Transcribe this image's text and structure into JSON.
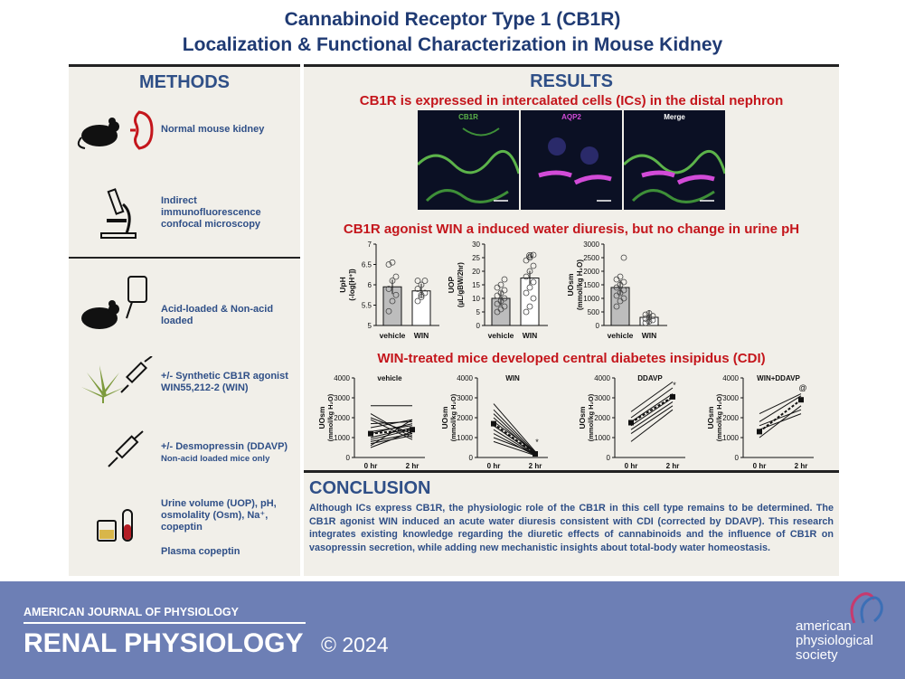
{
  "title": {
    "line1": "Cannabinoid Receptor Type 1 (CB1R)",
    "line2": "Localization & Functional Characterization in Mouse Kidney"
  },
  "methods": {
    "heading": "METHODS",
    "items": [
      {
        "text": "Normal mouse kidney",
        "icon": "mouse-kidney-icon"
      },
      {
        "text": "Indirect immunofluorescence confocal microscopy",
        "icon": "microscope-icon"
      },
      {
        "text": "Acid-loaded & Non-acid loaded",
        "icon": "mouse-bottle-icon"
      },
      {
        "text": "+/- Synthetic CB1R agonist WIN55,212-2 (WIN)",
        "icon": "cannabis-syringe-icon"
      },
      {
        "text": "+/- Desmopressin (DDAVP)",
        "note": "Non-acid loaded mice only",
        "icon": "syringe-icon"
      },
      {
        "text": "Urine volume (UOP), pH, osmolality (Osm), Na⁺, copeptin",
        "icon": "sample-tubes-icon"
      },
      {
        "text": "Plasma copeptin"
      }
    ]
  },
  "results": {
    "heading": "RESULTS",
    "sub1": "CB1R is expressed in intercalated cells (ICs) in the distal nephron",
    "micro_labels": [
      "CB1R",
      "AQP2",
      "Merge"
    ],
    "sub2": "CB1R agonist WIN a induced water diuresis, but no change in urine pH",
    "sub3": "WIN-treated mice developed central diabetes insipidus (CDI)"
  },
  "chart_data": [
    {
      "type": "bar",
      "categories": [
        "vehicle",
        "WIN"
      ],
      "values": [
        5.95,
        5.85
      ],
      "ylabel": "UpH (-log[H⁺])",
      "ylim": [
        5,
        7
      ],
      "yticks": [
        "5",
        "5.5",
        "6",
        "6.5",
        "7"
      ],
      "points": [
        [
          5.35,
          5.6,
          5.75,
          5.9,
          6.1,
          6.2,
          6.5,
          6.55
        ],
        [
          5.6,
          5.7,
          5.8,
          5.9,
          6.0,
          6.1,
          6.1,
          5.75
        ]
      ]
    },
    {
      "type": "bar",
      "categories": [
        "vehicle",
        "WIN"
      ],
      "values": [
        10,
        17.5
      ],
      "ylabel": "UOP (µL/gBW/2hr)",
      "ylim": [
        0,
        30
      ],
      "yticks": [
        "0",
        "5",
        "10",
        "15",
        "20",
        "25",
        "30"
      ],
      "annotation": "@",
      "points": [
        [
          5,
          6,
          7,
          8,
          9,
          10,
          11,
          12,
          13,
          14,
          15,
          17
        ],
        [
          5,
          7,
          10,
          12,
          14,
          16,
          18,
          20,
          22,
          24,
          25,
          26
        ]
      ]
    },
    {
      "type": "bar",
      "categories": [
        "vehicle",
        "WIN"
      ],
      "values": [
        1400,
        300
      ],
      "ylabel": "UOsm (mmol/kg H₂O)",
      "ylim": [
        0,
        3000
      ],
      "yticks": [
        "0",
        "500",
        "1000",
        "1500",
        "2000",
        "2500",
        "3000"
      ],
      "points": [
        [
          700,
          900,
          1000,
          1100,
          1200,
          1300,
          1400,
          1500,
          1600,
          1700,
          1800,
          2500
        ],
        [
          100,
          150,
          200,
          250,
          300,
          350,
          400,
          450
        ]
      ]
    },
    {
      "type": "line",
      "title": "vehicle",
      "ylabel": "UOsm (mmol/kg H₂O)",
      "x": [
        "0 hr",
        "2 hr"
      ],
      "ylim": [
        0,
        4000
      ],
      "yticks": [
        "0",
        "1000",
        "2000",
        "3000",
        "4000"
      ],
      "mean": [
        1200,
        1400
      ],
      "lines": [
        [
          2600,
          2600
        ],
        [
          2200,
          1000
        ],
        [
          2000,
          1200
        ],
        [
          1900,
          900
        ],
        [
          1700,
          1800
        ],
        [
          1500,
          1900
        ],
        [
          1300,
          1600
        ],
        [
          1200,
          1700
        ],
        [
          1000,
          1500
        ],
        [
          900,
          1400
        ],
        [
          800,
          1200
        ],
        [
          700,
          1100
        ],
        [
          600,
          1900
        ],
        [
          500,
          1300
        ]
      ]
    },
    {
      "type": "line",
      "title": "WIN",
      "ylabel": "UOsm (mmol/kg H₂O)",
      "x": [
        "0 hr",
        "2 hr"
      ],
      "ylim": [
        0,
        4000
      ],
      "yticks": [
        "0",
        "1000",
        "2000",
        "3000",
        "4000"
      ],
      "mean": [
        1700,
        180
      ],
      "annotation": "*",
      "lines": [
        [
          2700,
          300
        ],
        [
          2400,
          250
        ],
        [
          2200,
          200
        ],
        [
          2000,
          180
        ],
        [
          1800,
          300
        ],
        [
          1600,
          150
        ],
        [
          1400,
          120
        ],
        [
          1200,
          100
        ],
        [
          1000,
          200
        ],
        [
          800,
          100
        ]
      ]
    },
    {
      "type": "line",
      "title": "DDAVP",
      "ylabel": "UOsm (mmol/kg H₂O)",
      "x": [
        "0 hr",
        "2 hr"
      ],
      "ylim": [
        0,
        4000
      ],
      "yticks": [
        "0",
        "1000",
        "2000",
        "3000",
        "4000"
      ],
      "mean": [
        1750,
        3050
      ],
      "annotation": "*",
      "lines": [
        [
          2300,
          3800
        ],
        [
          2000,
          3500
        ],
        [
          1800,
          3200
        ],
        [
          1600,
          3000
        ],
        [
          1400,
          2800
        ],
        [
          1200,
          2600
        ],
        [
          800,
          2400
        ]
      ]
    },
    {
      "type": "line",
      "title": "WIN+DDAVP",
      "ylabel": "UOsm (mmol/kg H₂O)",
      "x": [
        "0 hr",
        "2 hr"
      ],
      "ylim": [
        0,
        4000
      ],
      "yticks": [
        "0",
        "1000",
        "2000",
        "3000",
        "4000"
      ],
      "mean": [
        1300,
        2900
      ],
      "annotation": "@",
      "lines": [
        [
          2200,
          3200
        ],
        [
          1800,
          3100
        ],
        [
          1600,
          2400
        ],
        [
          1400,
          2200
        ],
        [
          1000,
          2600
        ]
      ]
    }
  ],
  "conclusion": {
    "heading": "CONCLUSION",
    "text": "Although ICs express CB1R, the physiologic role of the CB1R in this cell type remains to be determined. The CB1R agonist WIN induced an acute water diuresis consistent with CDI (corrected by DDAVP). This research integrates existing knowledge regarding the diuretic effects of cannabinoids and the influence of CB1R on vasopressin secretion, while adding new mechanistic insights about total-body water homeostasis."
  },
  "footer": {
    "journal": "AMERICAN JOURNAL OF PHYSIOLOGY",
    "section": "RENAL PHYSIOLOGY",
    "copyright": "© 2024",
    "society_line1": "american",
    "society_line2": "physiological",
    "society_line3": "society"
  },
  "colors": {
    "heading_blue": "#2f4f87",
    "red": "#c4161c",
    "panel_bg": "#f1efe9",
    "footer_bg": "#6d7fb5"
  }
}
